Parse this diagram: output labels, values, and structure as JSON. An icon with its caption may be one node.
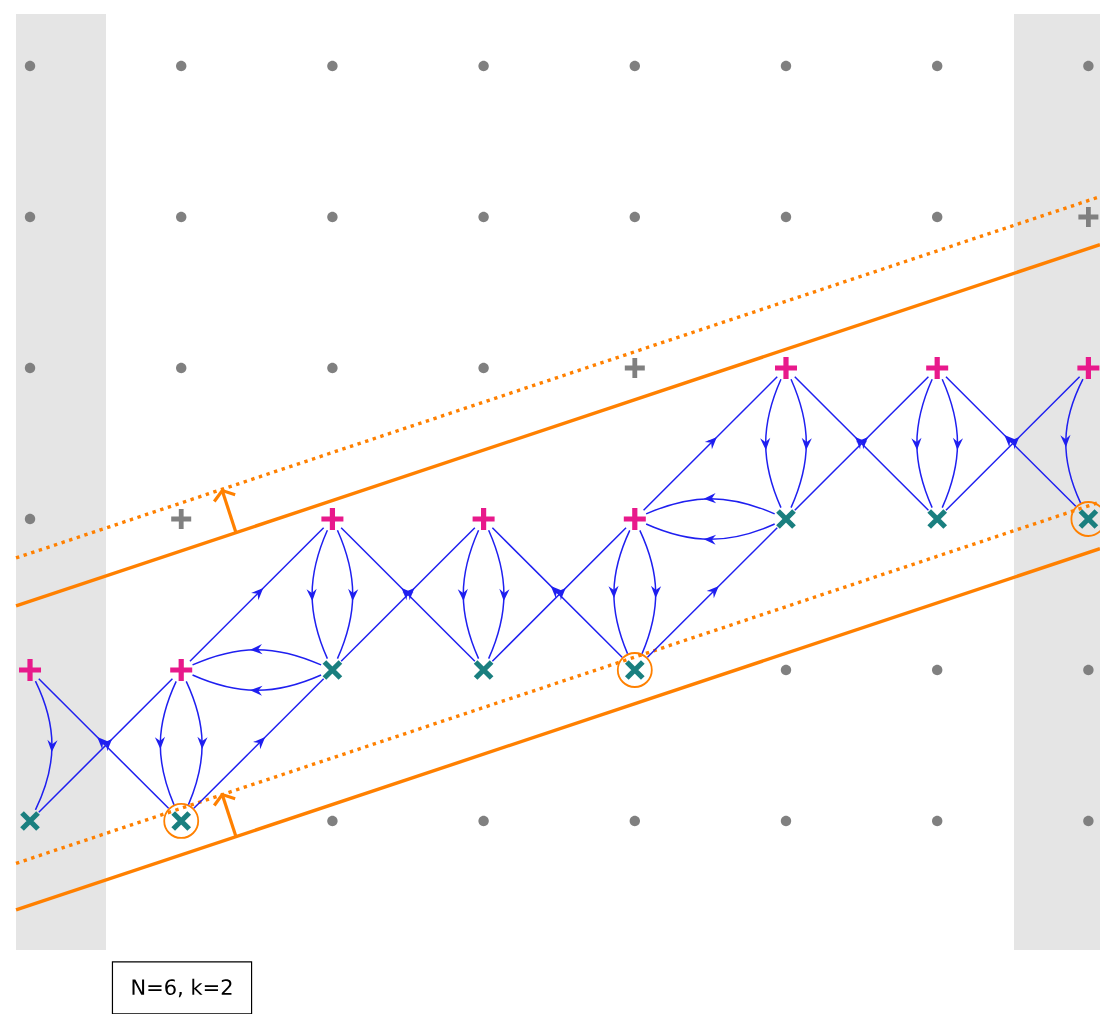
{
  "diagram": {
    "nodes": [
      {
        "text": [],
        "shape": "plus"
      },
      {
        "text": [],
        "shape": "cross"
      },
      {
        "text": [],
        "shape": "plus"
      },
      {
        "text": [],
        "shape": "cross"
      },
      {
        "text": [],
        "shape": "plus"
      },
      {
        "text": [],
        "shape": "cross"
      },
      {
        "text": [],
        "shape": "plus"
      },
      {
        "text": [],
        "shape": "cross"
      },
      {
        "text": [],
        "shape": "plus"
      },
      {
        "text": [],
        "shape": "cross"
      },
      {
        "text": [],
        "shape": "plus"
      },
      {
        "text": [],
        "shape": "cross"
      },
      {
        "text": [],
        "shape": "plus"
      },
      {
        "text": [],
        "shape": "cross"
      },
      {
        "text": [],
        "shape": "plus"
      },
      {
        "text": [],
        "shape": "cross"
      },
      {
        "text": [
          "N=6, k=2"
        ]
      }
    ],
    "edges": [
      {
        "from": 0,
        "to": 1,
        "arrow": "to"
      },
      {
        "from": 1,
        "to": 2,
        "arrow": "to"
      },
      {
        "from": 3,
        "to": 0,
        "arrow": "to"
      },
      {
        "from": 2,
        "to": 3,
        "arrow": "to"
      },
      {
        "from": 2,
        "to": 3,
        "arrow": "to"
      },
      {
        "from": 2,
        "to": 4,
        "arrow": "to"
      },
      {
        "from": 3,
        "to": 5,
        "arrow": "to"
      },
      {
        "from": 5,
        "to": 2,
        "arrow": "to"
      },
      {
        "from": 5,
        "to": 2,
        "arrow": "to"
      },
      {
        "from": 4,
        "to": 5,
        "arrow": "to"
      },
      {
        "from": 4,
        "to": 5,
        "arrow": "to"
      },
      {
        "from": 5,
        "to": 6,
        "arrow": "to"
      },
      {
        "from": 7,
        "to": 4,
        "arrow": "to"
      },
      {
        "from": 6,
        "to": 7,
        "arrow": "to"
      },
      {
        "from": 6,
        "to": 7,
        "arrow": "to"
      },
      {
        "from": 7,
        "to": 8,
        "arrow": "to"
      },
      {
        "from": 9,
        "to": 6,
        "arrow": "to"
      },
      {
        "from": 8,
        "to": 9,
        "arrow": "to"
      },
      {
        "from": 8,
        "to": 9,
        "arrow": "to"
      },
      {
        "from": 8,
        "to": 10,
        "arrow": "to"
      },
      {
        "from": 9,
        "to": 11,
        "arrow": "to"
      },
      {
        "from": 11,
        "to": 8,
        "arrow": "to"
      },
      {
        "from": 11,
        "to": 8,
        "arrow": "to"
      },
      {
        "from": 10,
        "to": 11,
        "arrow": "to"
      },
      {
        "from": 10,
        "to": 11,
        "arrow": "to"
      },
      {
        "from": 11,
        "to": 12,
        "arrow": "to"
      },
      {
        "from": 13,
        "to": 10,
        "arrow": "to"
      },
      {
        "from": 12,
        "to": 13,
        "arrow": "to"
      },
      {
        "from": 12,
        "to": 13,
        "arrow": "to"
      },
      {
        "from": 13,
        "to": 14,
        "arrow": "to"
      },
      {
        "from": 15,
        "to": 12,
        "arrow": "to"
      },
      {
        "from": 14,
        "to": 15,
        "arrow": "to"
      }
    ]
  }
}
